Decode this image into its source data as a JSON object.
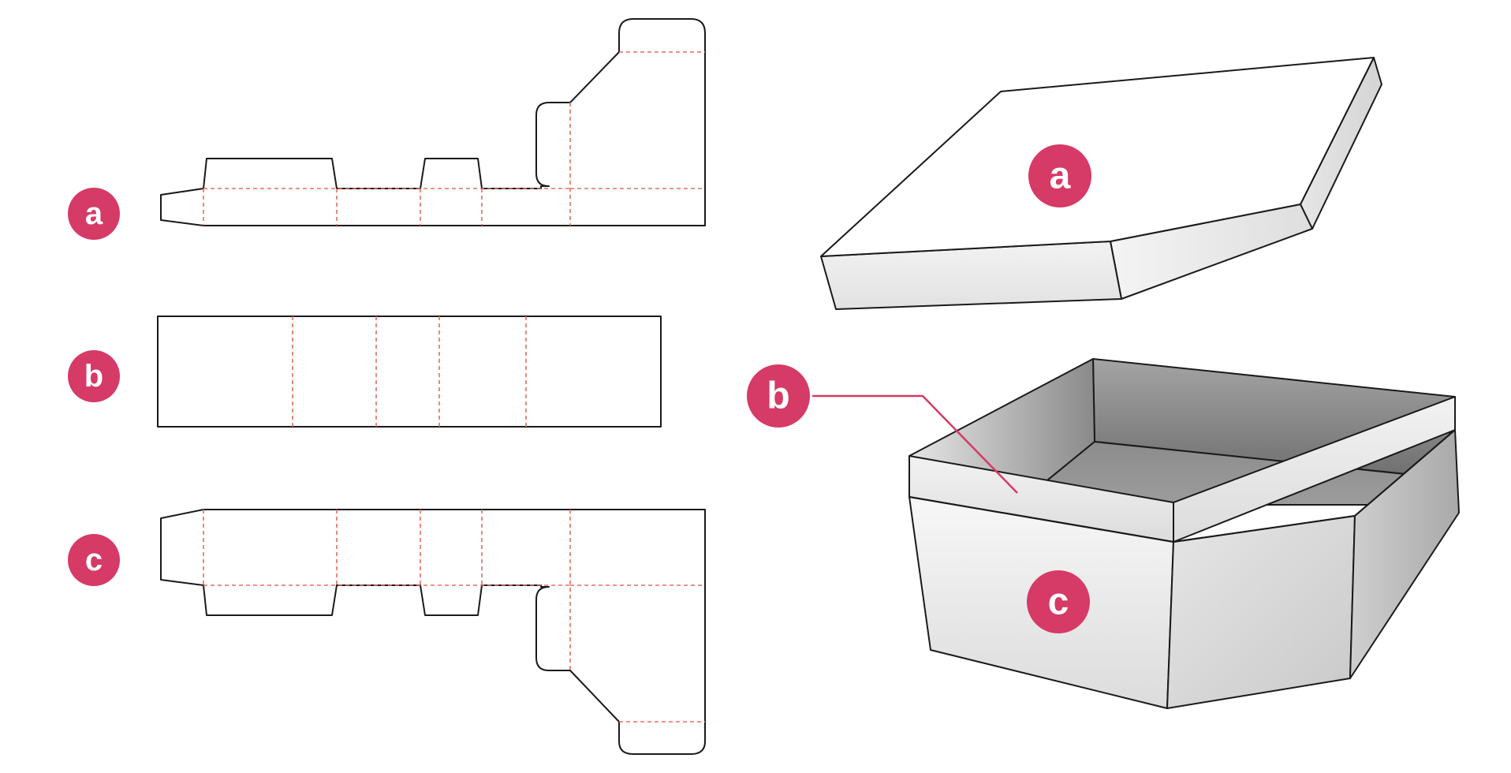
{
  "labels": {
    "a": "a",
    "b": "b",
    "c": "c"
  },
  "colors": {
    "badge": "#d63a66",
    "crease": "#e0705f",
    "outline": "#1a1a1a"
  }
}
